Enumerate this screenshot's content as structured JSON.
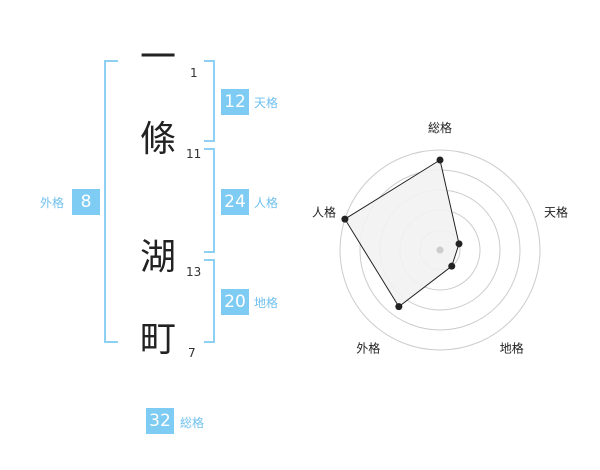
{
  "name": {
    "chars": [
      {
        "char": "一",
        "strokes": "1"
      },
      {
        "char": "條",
        "strokes": "11"
      },
      {
        "char": "湖",
        "strokes": "13"
      },
      {
        "char": "町",
        "strokes": "7"
      }
    ]
  },
  "fortune": {
    "tenkaku": {
      "value": "12",
      "label": "天格"
    },
    "jinkaku": {
      "value": "24",
      "label": "人格"
    },
    "chikaku": {
      "value": "20",
      "label": "地格"
    },
    "gaikaku": {
      "value": "8",
      "label": "外格"
    },
    "soukaku": {
      "value": "32",
      "label": "総格"
    }
  },
  "chart_data": {
    "type": "radar",
    "axes": [
      "総格",
      "天格",
      "地格",
      "外格",
      "人格"
    ],
    "values": [
      4.5,
      1.0,
      1.0,
      3.5,
      5.0
    ],
    "max": 5,
    "rings": 5,
    "colors": {
      "fill": "#f2f2f2",
      "stroke": "#222222",
      "grid": "#cccccc",
      "center": "#cccccc"
    }
  },
  "colors": {
    "accent": "#7ecbf3",
    "label": "#6fc0ee",
    "bracket": "#8ed0f4"
  }
}
